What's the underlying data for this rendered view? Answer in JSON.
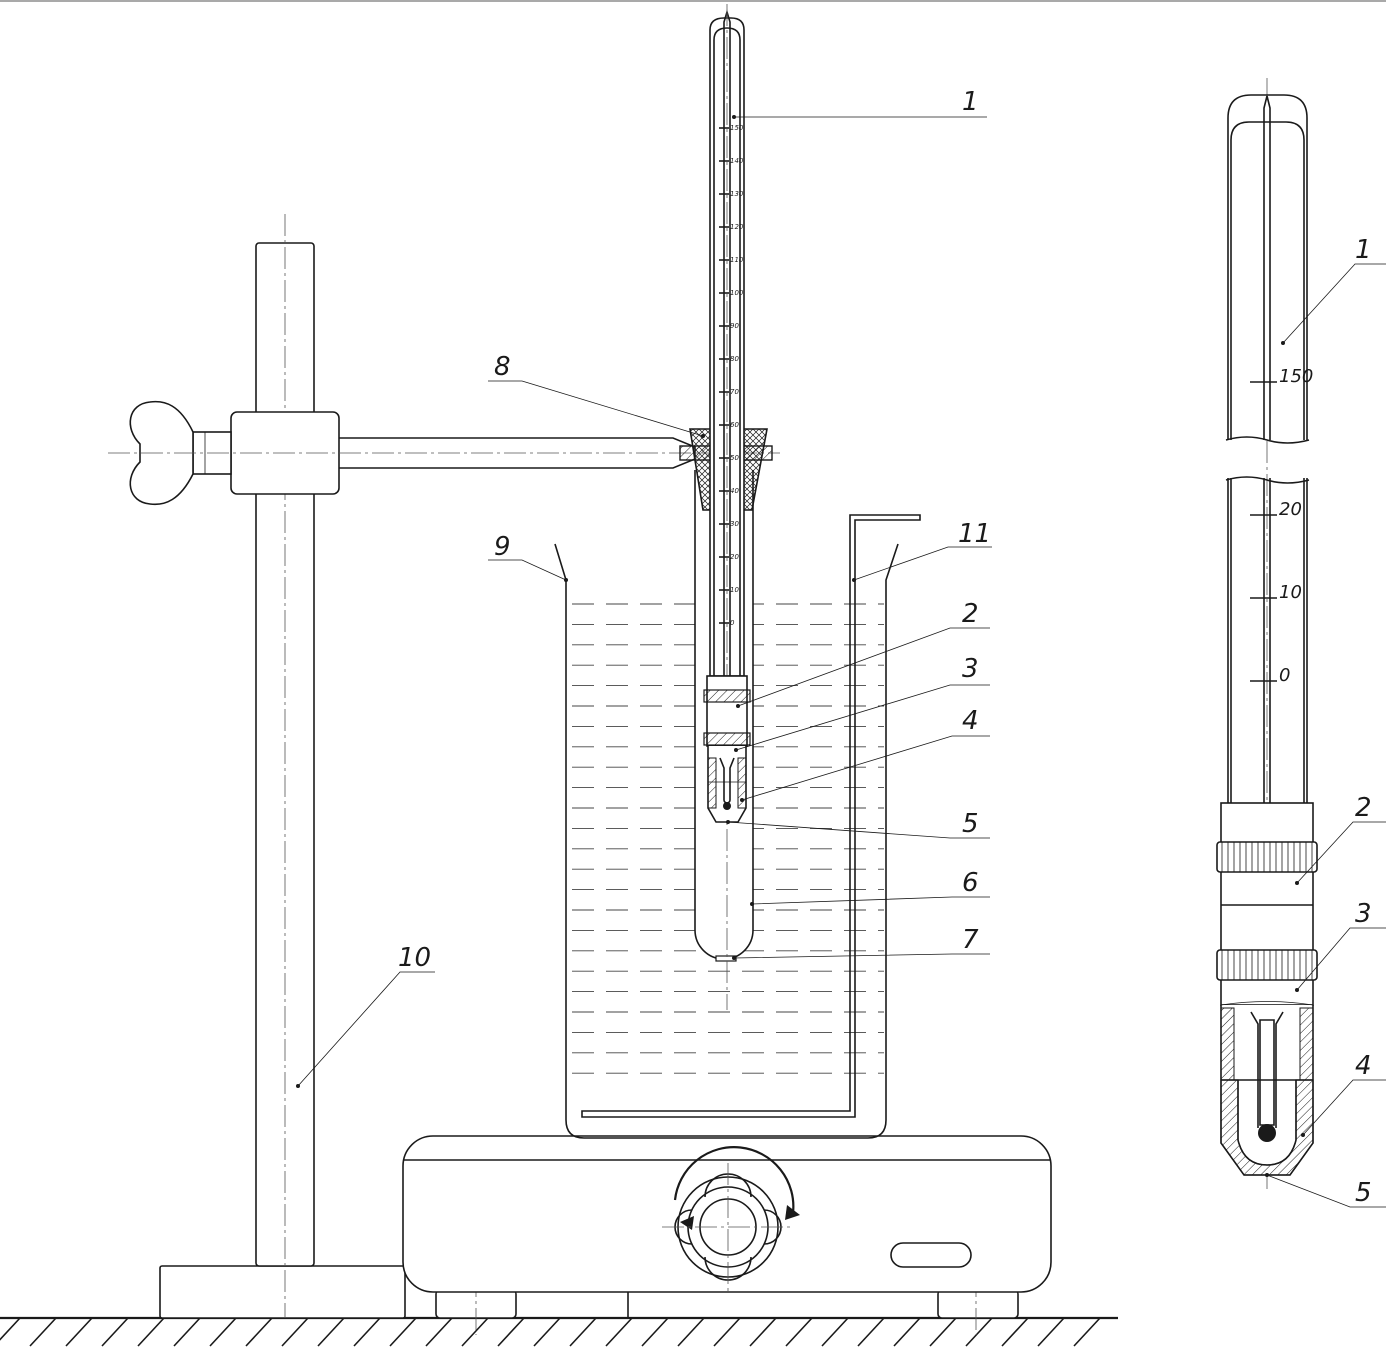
{
  "main_callouts": [
    {
      "id": "1",
      "label": "1"
    },
    {
      "id": "2",
      "label": "2"
    },
    {
      "id": "3",
      "label": "3"
    },
    {
      "id": "4",
      "label": "4"
    },
    {
      "id": "5",
      "label": "5"
    },
    {
      "id": "6",
      "label": "6"
    },
    {
      "id": "7",
      "label": "7"
    },
    {
      "id": "8",
      "label": "8"
    },
    {
      "id": "9",
      "label": "9"
    },
    {
      "id": "10",
      "label": "10"
    },
    {
      "id": "11",
      "label": "11"
    }
  ],
  "detail_callouts": [
    {
      "id": "1",
      "label": "1"
    },
    {
      "id": "2",
      "label": "2"
    },
    {
      "id": "3",
      "label": "3"
    },
    {
      "id": "4",
      "label": "4"
    },
    {
      "id": "5",
      "label": "5"
    }
  ],
  "thermometer_scale": [
    "150",
    "140",
    "130",
    "120",
    "110",
    "100",
    "90",
    "80",
    "70",
    "60",
    "50",
    "40",
    "30",
    "20",
    "10",
    "0"
  ],
  "detail_scale_top": [
    "150"
  ],
  "detail_scale_bottom": [
    "20",
    "10",
    "0"
  ],
  "colors": {
    "ink": "#1a1a1a",
    "paper": "#ffffff"
  }
}
